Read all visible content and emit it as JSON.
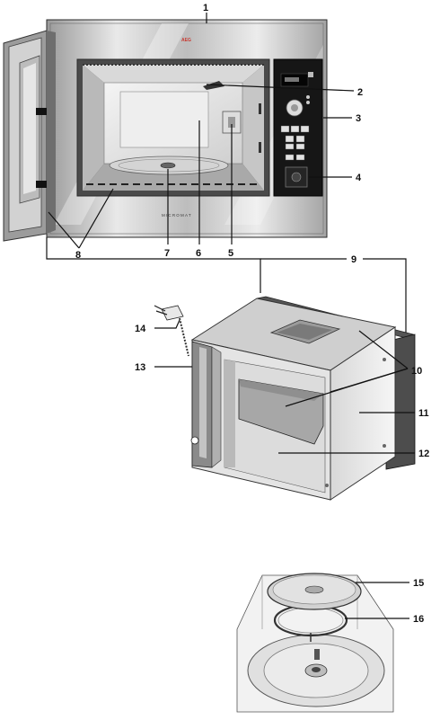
{
  "figure": {
    "brand_logo_text": "AEG",
    "model_text": "MICROMAT"
  },
  "callouts": [
    {
      "id": "1",
      "label": "1"
    },
    {
      "id": "2",
      "label": "2"
    },
    {
      "id": "3",
      "label": "3"
    },
    {
      "id": "4",
      "label": "4"
    },
    {
      "id": "5",
      "label": "5"
    },
    {
      "id": "6",
      "label": "6"
    },
    {
      "id": "7",
      "label": "7"
    },
    {
      "id": "8",
      "label": "8"
    },
    {
      "id": "9",
      "label": "9"
    },
    {
      "id": "10",
      "label": "10"
    },
    {
      "id": "11",
      "label": "11"
    },
    {
      "id": "12",
      "label": "12"
    },
    {
      "id": "13",
      "label": "13"
    },
    {
      "id": "14",
      "label": "14"
    },
    {
      "id": "15",
      "label": "15"
    },
    {
      "id": "16",
      "label": "16"
    }
  ],
  "colors": {
    "steel_light": "#e6e6e6",
    "steel_mid": "#c2c2c2",
    "steel_dark": "#8d8d8d",
    "panel_black": "#161616",
    "lead_lines": "#111111"
  }
}
